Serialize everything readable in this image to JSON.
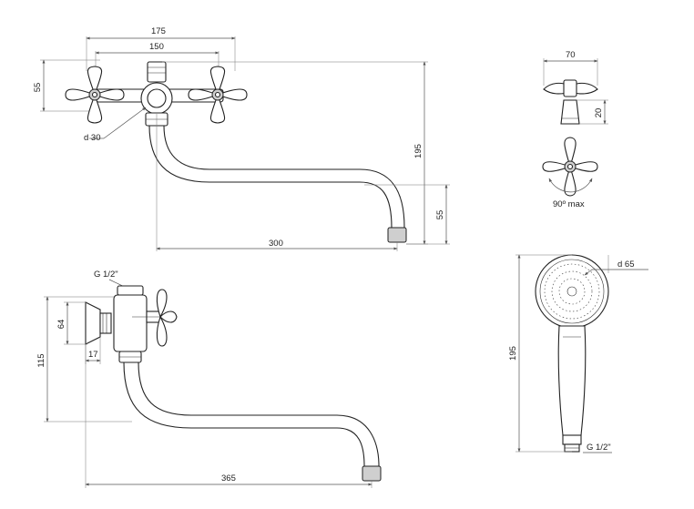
{
  "top_view": {
    "dim_outer_width": "175",
    "dim_handle_spacing": "150",
    "dim_height": "55",
    "dim_diameter": "d 30",
    "dim_spout_height": "195",
    "dim_spout_drop": "55",
    "dim_spout_reach": "300"
  },
  "handle_detail": {
    "dim_width": "70",
    "dim_height": "20",
    "rotation_label": "90º max"
  },
  "side_view": {
    "thread_label": "G 1/2\"",
    "dim_flange": "64",
    "dim_offset": "17",
    "dim_height": "115",
    "dim_reach": "365"
  },
  "shower_head": {
    "dim_diameter": "d 65",
    "dim_length": "195",
    "thread_label": "G 1/2\""
  }
}
